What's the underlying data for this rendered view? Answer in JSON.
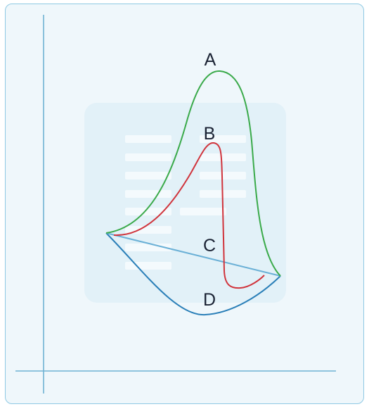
{
  "labels": {
    "a": "A",
    "b": "B",
    "c": "C",
    "d": "D"
  },
  "colors": {
    "card_background": "#eff7fb",
    "card_border": "#8ec9e3",
    "axis": "#6fb3d3",
    "curve_a": "#3aaa4a",
    "curve_b": "#d0343c",
    "curve_c": "#6ab0d6",
    "curve_d": "#2a7fb8",
    "label_text": "#1a2233",
    "watermark_panel": "#e2f1f8",
    "watermark_lines": "#f4fafd"
  },
  "watermark": "document-icon"
}
